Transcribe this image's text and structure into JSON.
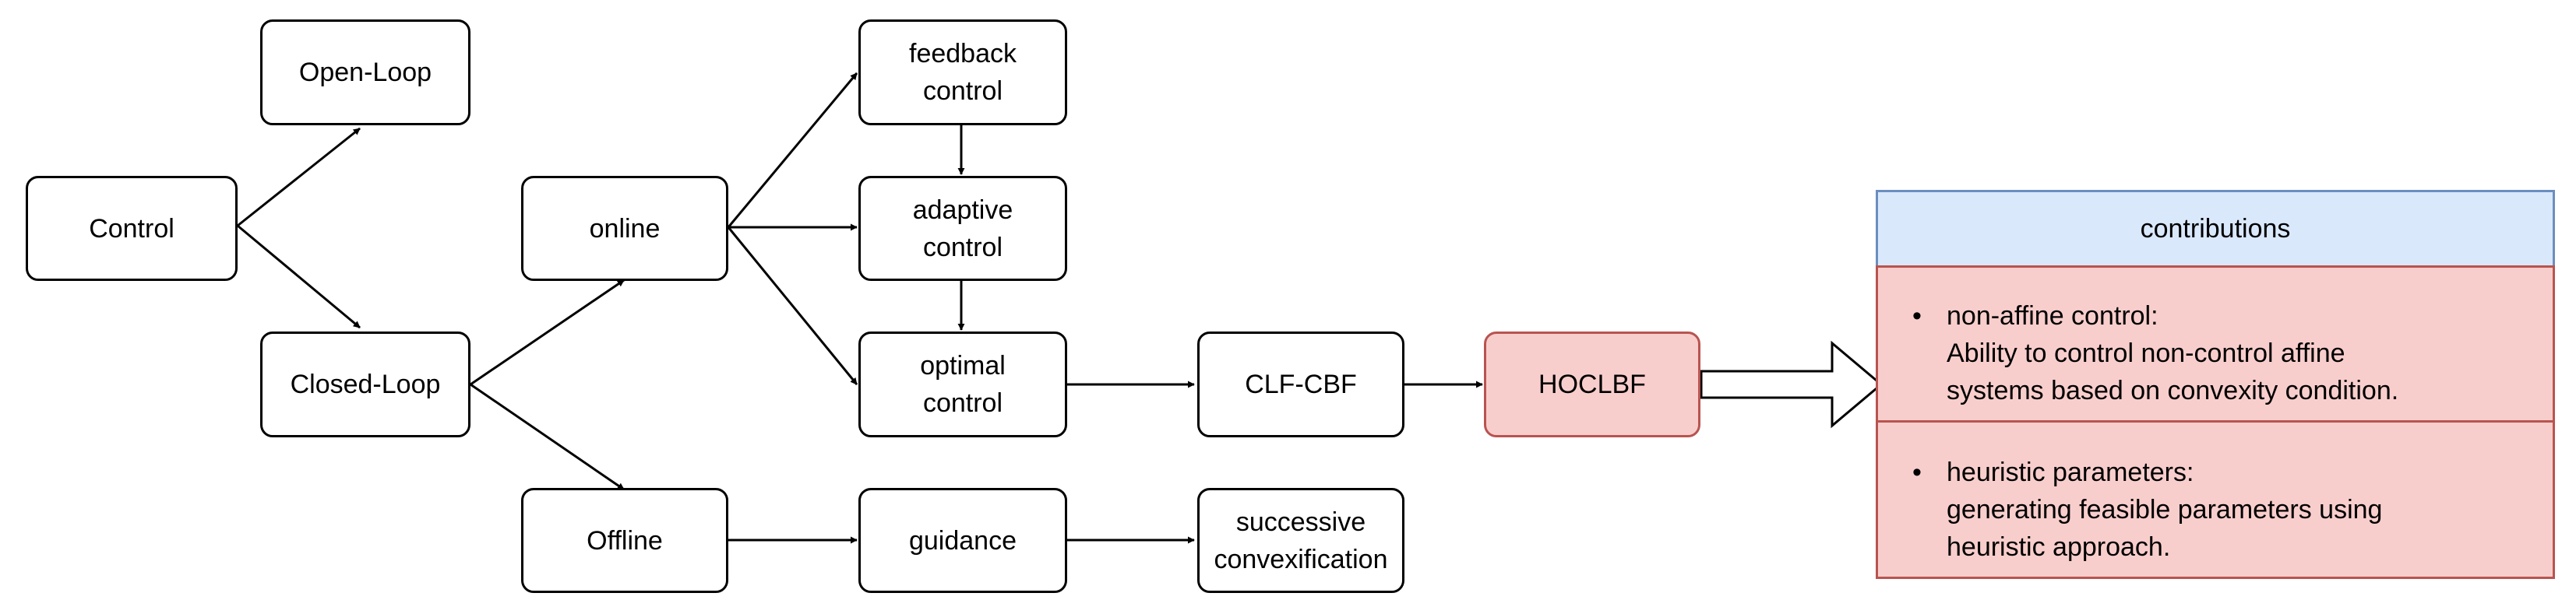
{
  "nodes": {
    "control": "Control",
    "open_loop": "Open-Loop",
    "closed_loop": "Closed-Loop",
    "online": "online",
    "offline": "Offline",
    "feedback_control": [
      "feedback",
      "control"
    ],
    "adaptive_control": [
      "adaptive",
      "control"
    ],
    "optimal_control": [
      "optimal",
      "control"
    ],
    "guidance": "guidance",
    "successive_convexification": [
      "successive",
      "convexification"
    ],
    "clf_cbf": "CLF-CBF",
    "hoclbf": "HOCLBF"
  },
  "contributions": {
    "title": "contributions",
    "items": [
      {
        "heading": "non-affine control:",
        "lines": [
          "Ability to control non-control affine",
          "systems based on convexity condition."
        ]
      },
      {
        "heading": "heuristic parameters:",
        "lines": [
          "generating feasible parameters using",
          "heuristic approach."
        ]
      }
    ]
  },
  "colors": {
    "highlight_fill": "#f8cecc",
    "highlight_stroke": "#b85450",
    "header_fill": "#dae8fc",
    "header_stroke": "#6c8ebf",
    "edge_color": "#000000"
  }
}
